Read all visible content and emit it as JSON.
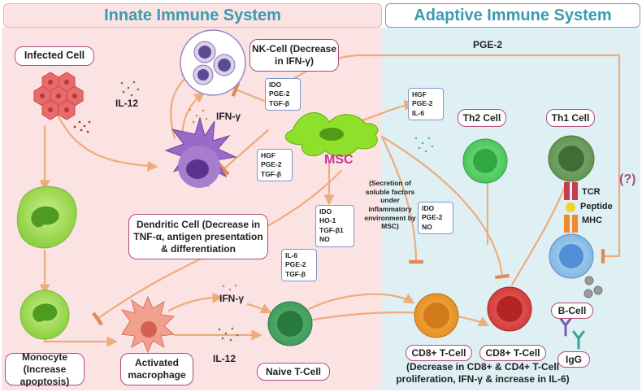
{
  "headers": {
    "innate": "Innate Immune System",
    "adaptive": "Adaptive Immune System"
  },
  "colors": {
    "innate_bg": "#fbe3e3",
    "adaptive_bg": "#dff0f4",
    "header_text": "#3b9bb0",
    "arrow": "#eeac7a",
    "label_border": "#b04a7e",
    "msc_text": "#cc3399",
    "msc_cell": "#8ee02a",
    "factor_border": "#7f95c9"
  },
  "labels": {
    "infected_cell": "Infected Cell",
    "nk_cell": "NK-Cell (Decrease in IFN-γ)",
    "dendritic_cell": "Dendritic Cell (Decrease in TNF-α, antigen presentation & differentiation",
    "monocyte": "Monocyte (Increase apoptosis)",
    "activated_macrophage": "Activated macrophage",
    "naive_t_cell": "Naive T-Cell",
    "th2_cell": "Th2 Cell",
    "th1_cell": "Th1 Cell",
    "b_cell": "B-Cell",
    "cd8_cell_a": "CD8+ T-Cell",
    "cd8_cell_b": "CD8+ T-Cell",
    "cd8_effect": "(Decrease in CD8+ & CD4+ T-Cell proliferation, IFN-γ & increase in IL-6)",
    "igg": "IgG"
  },
  "texts": {
    "msc": "MSC",
    "il12_top": "IL-12",
    "ifn_gamma_top": "IFN-γ",
    "ifn_gamma_bottom": "IFN-γ",
    "il12_bottom": "IL-12",
    "pge2_top": "PGE-2",
    "secretion_note": "(Secretion of soluble factors under inflammatory environment by MSC)",
    "tcr": "TCR",
    "peptide": "Peptide",
    "mhc": "MHC",
    "question": "(?)"
  },
  "factors": {
    "nk": [
      "IDO",
      "PGE-2",
      "TGF-β"
    ],
    "dc": [
      "HGF",
      "PGE-2",
      "TGF-β"
    ],
    "th2": [
      "HGF",
      "PGE-2",
      "IL-6"
    ],
    "mid": [
      "IDO",
      "HO-1",
      "TGF-β1",
      "NO"
    ],
    "mono": [
      "IL-6",
      "PGE-2",
      "TGF-β"
    ],
    "cd8": [
      "IDO",
      "PGE-2",
      "NO"
    ]
  },
  "icons": [
    "virus-particles",
    "cell-cluster",
    "antibody"
  ]
}
